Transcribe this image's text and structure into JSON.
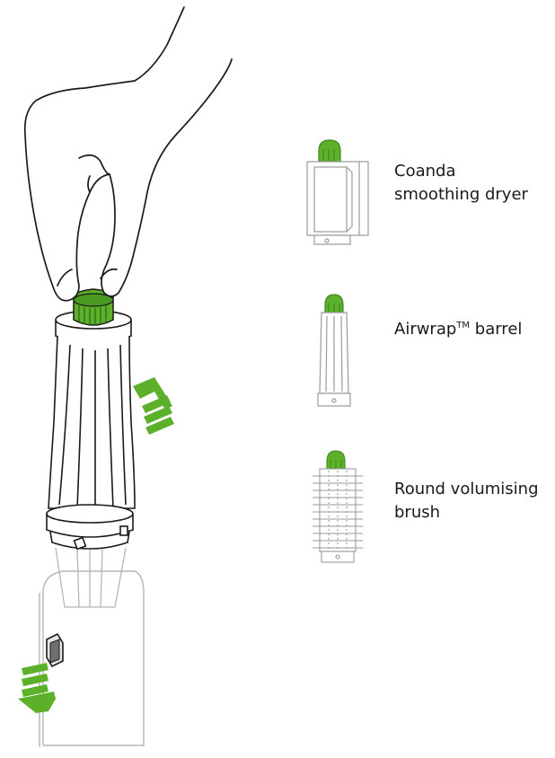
{
  "colors": {
    "accent": "#5cb02a",
    "accent_dark": "#3f8a1e",
    "line": "#1a1a1a",
    "ghost_line": "#9a9a9a"
  },
  "attachments": [
    {
      "line1": "Coanda",
      "line2": "smoothing dryer",
      "icon": "coanda-dryer-icon"
    },
    {
      "line1": "Airwrap",
      "tm": "TM",
      "line1_rest": " barrel",
      "icon": "airwrap-barrel-icon"
    },
    {
      "line1": "Round volumising",
      "line2": "brush",
      "icon": "round-brush-icon"
    }
  ],
  "arrows": [
    "up-arrow-icon",
    "down-arrow-icon"
  ],
  "illustration": {
    "subject": "hand-removing-attachment-icon"
  }
}
